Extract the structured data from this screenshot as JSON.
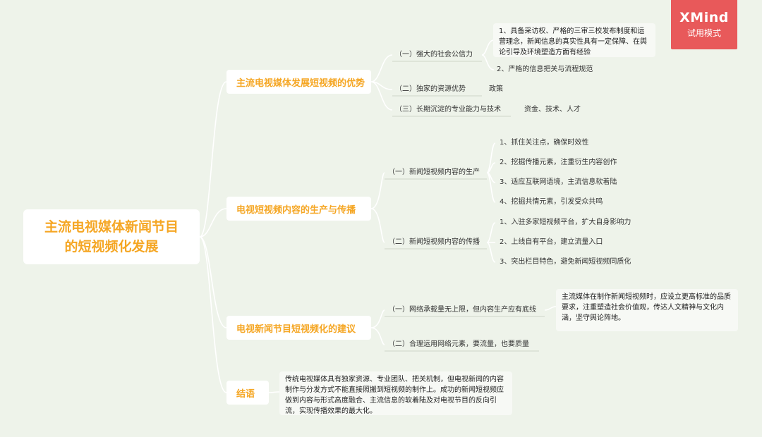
{
  "watermark": {
    "brand": "XMind",
    "mode": "试用模式"
  },
  "root": {
    "title": "主流电视媒体新闻节目\n的短视频化发展"
  },
  "branches": [
    {
      "label": "主流电视媒体发展短视频的优势",
      "subs": [
        {
          "label": "（一）强大的社会公信力",
          "leaves": [
            "1、具备采访权、严格的三审三校发布制度和运营理念，新闻信息的真实性具有一定保障、在舆论引导及环境塑造方面有经验",
            "2、严格的信息把关与流程规范"
          ]
        },
        {
          "label": "（二）独家的资源优势",
          "leaves": [
            "政策"
          ]
        },
        {
          "label": "（三）长期沉淀的专业能力与技术",
          "leaves": [
            "资金、技术、人才"
          ]
        }
      ]
    },
    {
      "label": "电视短视频内容的生产与传播",
      "subs": [
        {
          "label": "（一）新闻短视频内容的生产",
          "leaves": [
            "1、抓住关注点，确保时效性",
            "2、挖掘传播元素，注重衍生内容创作",
            "3、适应互联网语境，主流信息软着陆",
            "4、挖掘共情元素，引发受众共鸣"
          ]
        },
        {
          "label": "（二）新闻短视频内容的传播",
          "leaves": [
            "1、入驻多家短视频平台，扩大自身影响力",
            "2、上线自有平台，建立流量入口",
            "3、突出栏目特色，避免新闻短视频同质化"
          ]
        }
      ]
    },
    {
      "label": "电视新闻节目短视频化的建议",
      "subs": [
        {
          "label": "（一）网络承载量无上限，但内容生产应有底线",
          "leaves": [
            "主流媒体在制作新闻短视频时，应设立更高标准的品质要求，注重塑造社会价值观，传达人文精神与文化内涵，坚守舆论阵地。"
          ]
        },
        {
          "label": "（二）合理运用网络元素，要流量，也要质量",
          "leaves": []
        }
      ]
    },
    {
      "label": "结语",
      "subs": [
        {
          "label": "传统电视媒体具有独家资源、专业团队、把关机制，但电视新闻的内容制作与分发方式不能直接照搬到短视频的制作上。成功的新闻短视频应做到内容与形式高度融合、主流信息的软着陆及对电视节目的反向引流，实现传播效果的最大化。",
          "leaves": []
        }
      ]
    }
  ]
}
